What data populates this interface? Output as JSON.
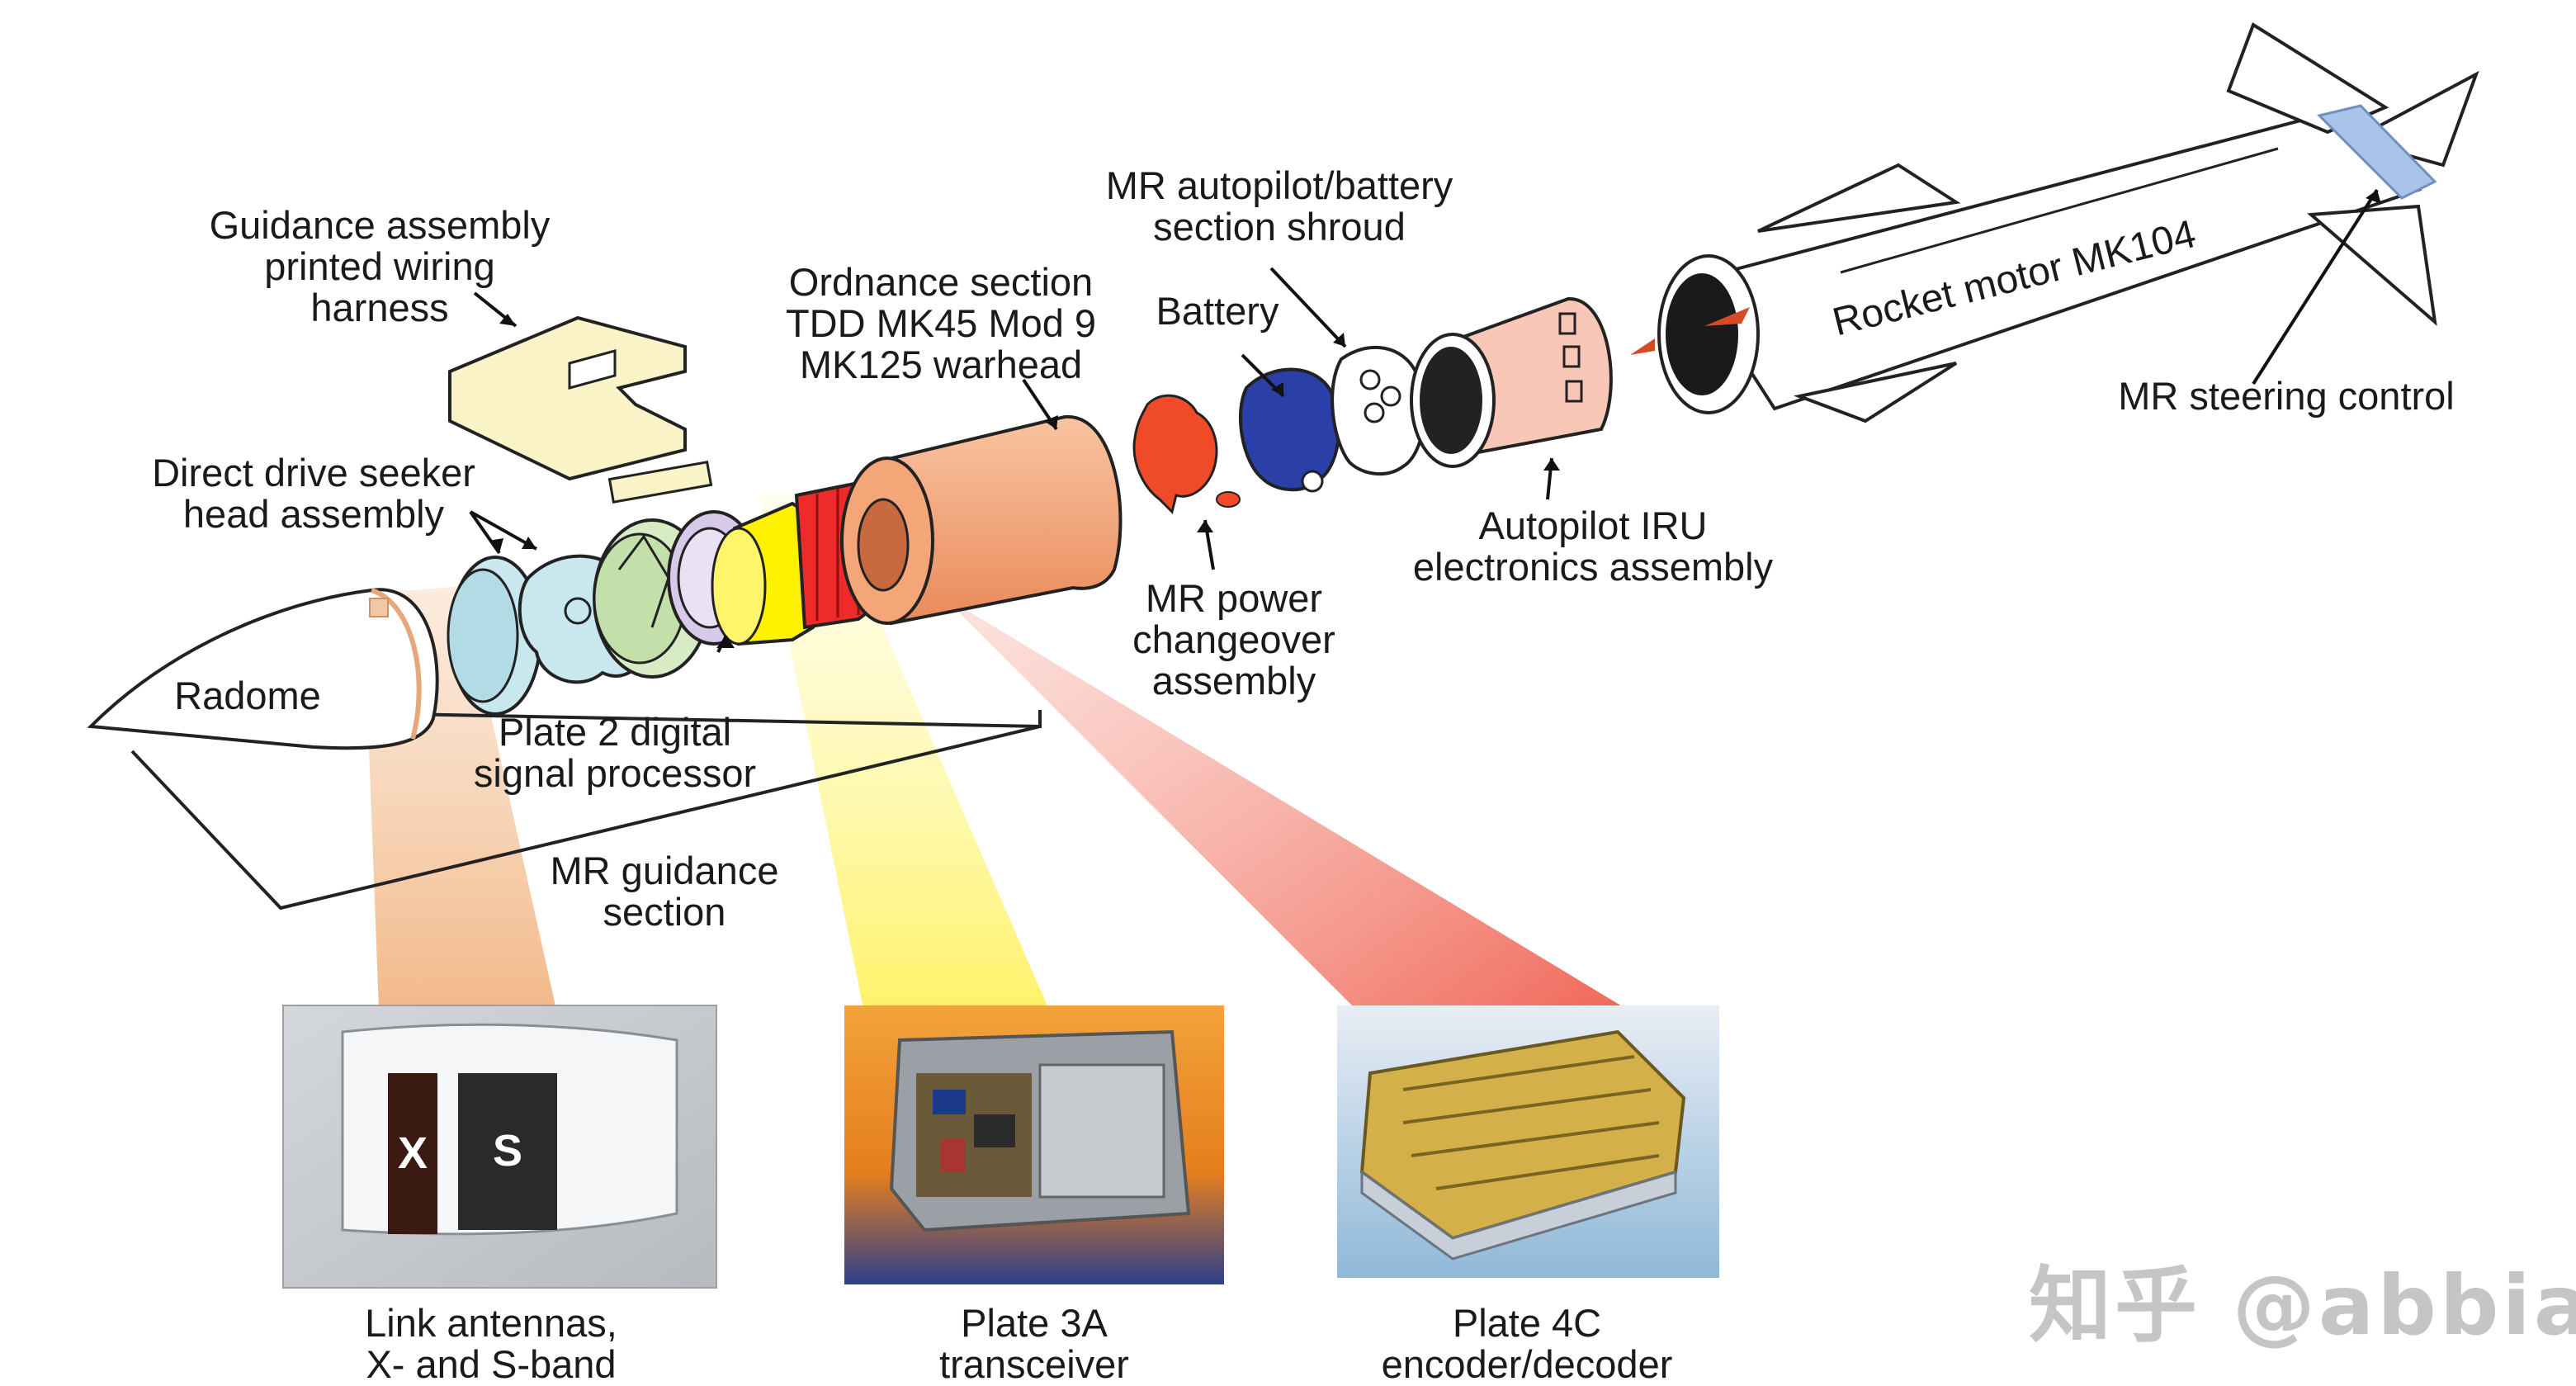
{
  "labels": {
    "guidance_harness": [
      "Guidance assembly",
      "printed wiring",
      "harness"
    ],
    "seeker": [
      "Direct drive seeker",
      "head assembly"
    ],
    "radome": "Radome",
    "plate2": [
      "Plate 2 digital",
      "signal processor"
    ],
    "guidance_section": [
      "MR guidance",
      "section"
    ],
    "ordnance": [
      "Ordnance section",
      "TDD MK45 Mod 9",
      "MK125 warhead"
    ],
    "battery": "Battery",
    "shroud": [
      "MR autopilot/battery",
      "section shroud"
    ],
    "power_changeover": [
      "MR power",
      "changeover",
      "assembly"
    ],
    "autopilot_iru": [
      "Autopilot IRU",
      "electronics assembly"
    ],
    "rocket_motor": "Rocket motor MK104",
    "steering": "MR steering control"
  },
  "photos": [
    {
      "caption": [
        "Link antennas,",
        "X- and S-band"
      ],
      "markings": [
        "X",
        "S"
      ]
    },
    {
      "caption": [
        "Plate 3A",
        "transceiver"
      ]
    },
    {
      "caption": [
        "Plate 4C",
        "encoder/decoder"
      ]
    }
  ],
  "watermark": "知乎 @abbiat",
  "colors": {
    "radome_beam": "#f6c8a2",
    "yellow_beam": "#fff27a",
    "red_beam": "#f26a5a",
    "warhead": "#f4a679",
    "yellow_plate": "#fff200",
    "red_plate": "#ee2a2a",
    "battery": "#2b3fa8",
    "power_changeover": "#ef4b28",
    "autopilot": "#f9c7b7",
    "seeker": "#c9e7ef",
    "harness": "#faf3c8",
    "steering": "#a9c4e8"
  }
}
